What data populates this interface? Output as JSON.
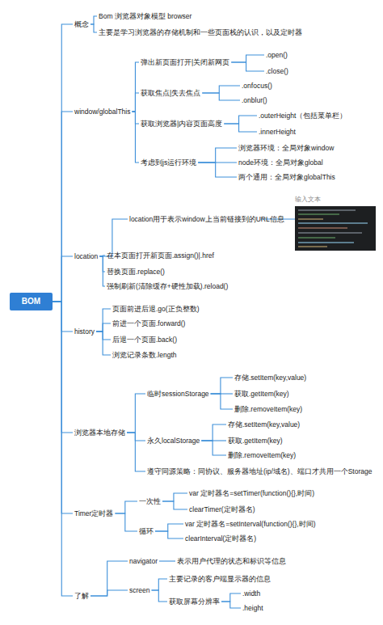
{
  "diagram": {
    "nodes": [
      {
        "text": [
          "BOM"
        ]
      },
      {
        "text": [
          "概念"
        ]
      },
      {
        "text": [
          "Bom 浏览器对象模型 browser"
        ]
      },
      {
        "text": [
          "主要是学习浏览器的存储机制和一些页面栈的认识，以及定时器"
        ]
      },
      {
        "text": [
          "window/globalThis"
        ]
      },
      {
        "text": [
          "弹出新页面打开|关闭新网页"
        ]
      },
      {
        "text": [
          ".open()"
        ]
      },
      {
        "text": [
          ".close()"
        ]
      },
      {
        "text": [
          "获取焦点|失去焦点"
        ]
      },
      {
        "text": [
          ".onfocus()"
        ]
      },
      {
        "text": [
          ".onblur()"
        ]
      },
      {
        "text": [
          "获取浏览器|内容页面高度"
        ]
      },
      {
        "text": [
          ".outerHeight（包括菜单栏）"
        ]
      },
      {
        "text": [
          ".innerHeight"
        ]
      },
      {
        "text": [
          "考虑到js运行环境"
        ]
      },
      {
        "text": [
          "浏览器环境：全局对象window"
        ]
      },
      {
        "text": [
          "node环境：全局对象global"
        ]
      },
      {
        "text": [
          "两个通用：全局对象globalThis"
        ]
      },
      {
        "text": [
          "location"
        ]
      },
      {
        "text": [
          "location用于表示window上当前链接到的URL信息"
        ]
      },
      {
        "text": [
          "在本页面打开新页面.assign()|.href"
        ]
      },
      {
        "text": [
          "替换页面.replace()"
        ]
      },
      {
        "text": [
          "强制刷新(清除缓存+硬性加载).reload()"
        ]
      },
      {
        "text": [
          "history"
        ]
      },
      {
        "text": [
          "页面前进后退.go(正负整数)"
        ]
      },
      {
        "text": [
          "前进一个页面.forward()"
        ]
      },
      {
        "text": [
          "后退一个页面.back()"
        ]
      },
      {
        "text": [
          "浏览记录条数.length"
        ]
      },
      {
        "text": [
          "浏览器本地存储"
        ]
      },
      {
        "text": [
          "临时sessionStorage"
        ]
      },
      {
        "text": [
          "存储.setItem(key,value)"
        ]
      },
      {
        "text": [
          "获取.getItem(key)"
        ]
      },
      {
        "text": [
          "删除.removeItem(key)"
        ]
      },
      {
        "text": [
          "永久localStorage"
        ]
      },
      {
        "text": [
          "存储.setItem(key,value)"
        ]
      },
      {
        "text": [
          "获取.getItem(key)"
        ]
      },
      {
        "text": [
          "删除.removeItem(key)"
        ]
      },
      {
        "text": [
          "遵守同源策略：同协议、服务器地址(ip/域名)、端口才共用一个Storage"
        ]
      },
      {
        "text": [
          "Timer定时器"
        ]
      },
      {
        "text": [
          "一次性"
        ]
      },
      {
        "text": [
          "var 定时器名=setTimer(function(){},时间)"
        ]
      },
      {
        "text": [
          "clearTimer(定时器名)"
        ]
      },
      {
        "text": [
          "循环"
        ]
      },
      {
        "text": [
          "var 定时器名=setInterval(function(){},时间)"
        ]
      },
      {
        "text": [
          "clearInterval(定时器名)"
        ]
      },
      {
        "text": [
          "了解"
        ]
      },
      {
        "text": [
          "navigator"
        ]
      },
      {
        "text": [
          "表示用户代理的状态和标识等信息"
        ]
      },
      {
        "text": [
          "screen"
        ]
      },
      {
        "text": [
          "主要记录的客户端显示器的信息"
        ]
      },
      {
        "text": [
          "获取屏幕分辨率"
        ]
      },
      {
        "text": [
          ".width"
        ]
      },
      {
        "text": [
          ".height"
        ]
      }
    ],
    "edges": [
      {
        "from": 0,
        "to": 1,
        "arrow": "none"
      },
      {
        "from": 0,
        "to": 4,
        "arrow": "none"
      },
      {
        "from": 0,
        "to": 18,
        "arrow": "none"
      },
      {
        "from": 0,
        "to": 23,
        "arrow": "none"
      },
      {
        "from": 0,
        "to": 28,
        "arrow": "none"
      },
      {
        "from": 0,
        "to": 38,
        "arrow": "none"
      },
      {
        "from": 0,
        "to": 45,
        "arrow": "none"
      },
      {
        "from": 1,
        "to": 2,
        "arrow": "none"
      },
      {
        "from": 1,
        "to": 3,
        "arrow": "none"
      },
      {
        "from": 4,
        "to": 5,
        "arrow": "none"
      },
      {
        "from": 4,
        "to": 8,
        "arrow": "none"
      },
      {
        "from": 4,
        "to": 11,
        "arrow": "none"
      },
      {
        "from": 4,
        "to": 14,
        "arrow": "none"
      },
      {
        "from": 5,
        "to": 6,
        "arrow": "none"
      },
      {
        "from": 5,
        "to": 7,
        "arrow": "none"
      },
      {
        "from": 8,
        "to": 9,
        "arrow": "none"
      },
      {
        "from": 8,
        "to": 10,
        "arrow": "none"
      },
      {
        "from": 11,
        "to": 12,
        "arrow": "none"
      },
      {
        "from": 11,
        "to": 13,
        "arrow": "none"
      },
      {
        "from": 14,
        "to": 15,
        "arrow": "none"
      },
      {
        "from": 14,
        "to": 16,
        "arrow": "none"
      },
      {
        "from": 14,
        "to": 17,
        "arrow": "none"
      },
      {
        "from": 18,
        "to": 19,
        "arrow": "none"
      },
      {
        "from": 18,
        "to": 20,
        "arrow": "none"
      },
      {
        "from": 18,
        "to": 21,
        "arrow": "none"
      },
      {
        "from": 18,
        "to": 22,
        "arrow": "none"
      },
      {
        "from": 23,
        "to": 24,
        "arrow": "none"
      },
      {
        "from": 23,
        "to": 25,
        "arrow": "none"
      },
      {
        "from": 23,
        "to": 26,
        "arrow": "none"
      },
      {
        "from": 23,
        "to": 27,
        "arrow": "none"
      },
      {
        "from": 28,
        "to": 29,
        "arrow": "none"
      },
      {
        "from": 28,
        "to": 33,
        "arrow": "none"
      },
      {
        "from": 28,
        "to": 37,
        "arrow": "none"
      },
      {
        "from": 29,
        "to": 30,
        "arrow": "none"
      },
      {
        "from": 29,
        "to": 31,
        "arrow": "none"
      },
      {
        "from": 29,
        "to": 32,
        "arrow": "none"
      },
      {
        "from": 33,
        "to": 34,
        "arrow": "none"
      },
      {
        "from": 33,
        "to": 35,
        "arrow": "none"
      },
      {
        "from": 33,
        "to": 36,
        "arrow": "none"
      },
      {
        "from": 38,
        "to": 39,
        "arrow": "none"
      },
      {
        "from": 38,
        "to": 42,
        "arrow": "none"
      },
      {
        "from": 39,
        "to": 40,
        "arrow": "none"
      },
      {
        "from": 39,
        "to": 41,
        "arrow": "none"
      },
      {
        "from": 42,
        "to": 43,
        "arrow": "none"
      },
      {
        "from": 42,
        "to": 44,
        "arrow": "none"
      },
      {
        "from": 45,
        "to": 46,
        "arrow": "none"
      },
      {
        "from": 45,
        "to": 48,
        "arrow": "none"
      },
      {
        "from": 46,
        "to": 47,
        "arrow": "none"
      },
      {
        "from": 48,
        "to": 49,
        "arrow": "none"
      },
      {
        "from": 48,
        "to": 50,
        "arrow": "none"
      },
      {
        "from": 50,
        "to": 51,
        "arrow": "none"
      },
      {
        "from": 50,
        "to": 52,
        "arrow": "none"
      }
    ],
    "labels": [
      "输入文本"
    ]
  }
}
